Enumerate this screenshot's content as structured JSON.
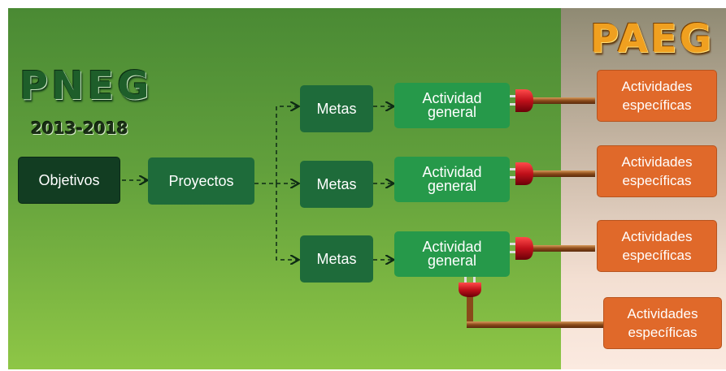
{
  "left_title": "PNEG",
  "left_subtitle": "2013-2018",
  "right_title": "PAEG",
  "objetivos": "Objetivos",
  "proyectos": "Proyectos",
  "metas": [
    "Metas",
    "Metas",
    "Metas"
  ],
  "actividad_general": [
    "Actividad\ngeneral",
    "Actividad\ngeneral",
    "Actividad\ngeneral"
  ],
  "actividades_especificas": [
    "Actividades\nespecíficas",
    "Actividades\nespecíficas",
    "Actividades\nespecíficas",
    "Actividades\nespecíficas"
  ],
  "colors": {
    "green_panel_top": "#4a8a34",
    "green_panel_bottom": "#8ec646",
    "dark_box": "#123d22",
    "mid_box": "#1e6b3a",
    "light_box": "#26994a",
    "orange_box": "#e0692a",
    "plug": "#c0101a",
    "wire": "#8a4a1a"
  }
}
